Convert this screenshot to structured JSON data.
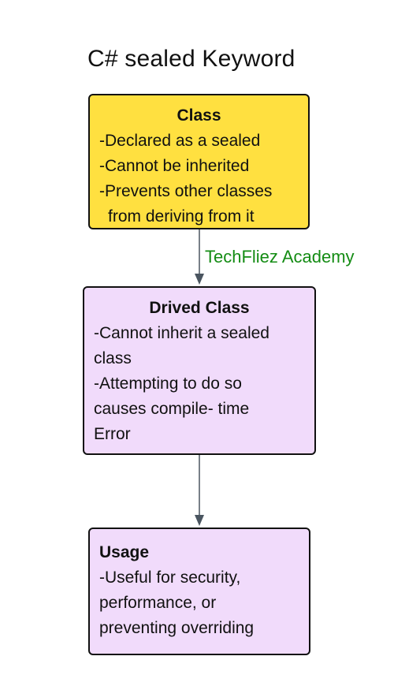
{
  "diagram": {
    "title": "C# sealed Keyword",
    "nodes": {
      "class": {
        "heading": "Class",
        "lines": [
          "-Declared as a sealed",
          "-Cannot be inherited",
          "-Prevents other classes",
          "from deriving from it"
        ],
        "fill": "#ffe040"
      },
      "derived": {
        "heading": "Drived Class",
        "lines": [
          "-Cannot inherit a sealed",
          "class",
          "-Attempting to do so",
          "causes compile- time",
          "Error"
        ],
        "fill": "#f1dbfb"
      },
      "usage": {
        "heading": "Usage",
        "lines": [
          "-Useful for security,",
          "performance, or",
          "preventing overriding"
        ],
        "fill": "#f1dbfb"
      }
    },
    "edges": [
      {
        "from": "class",
        "to": "derived",
        "label": "TechFliez Academy",
        "label_color": "#148c14"
      },
      {
        "from": "derived",
        "to": "usage",
        "label": ""
      }
    ]
  }
}
